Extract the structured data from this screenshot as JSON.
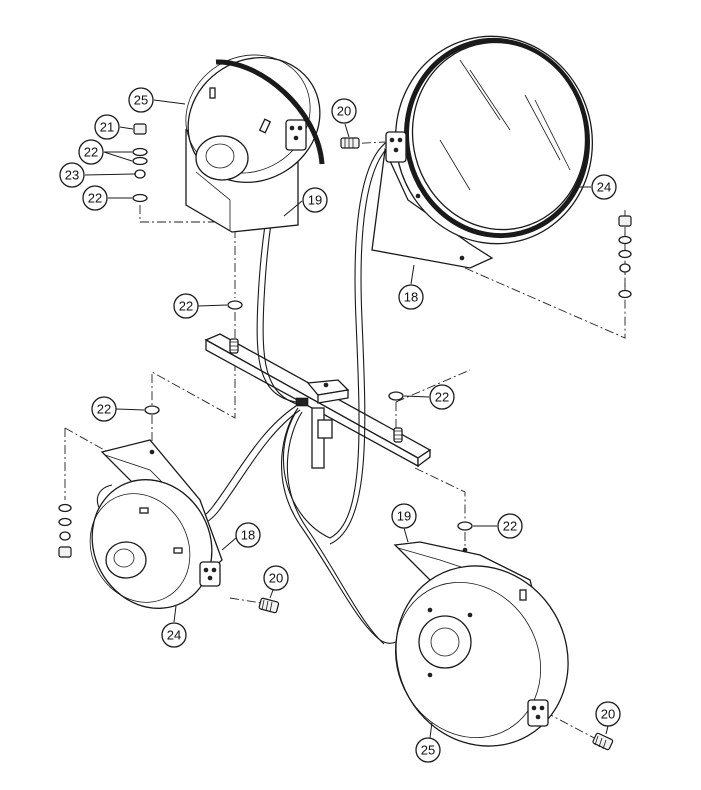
{
  "callouts": [
    {
      "id": "c1",
      "label": "25"
    },
    {
      "id": "c2",
      "label": "21"
    },
    {
      "id": "c3",
      "label": "22"
    },
    {
      "id": "c4",
      "label": "23"
    },
    {
      "id": "c5",
      "label": "22"
    },
    {
      "id": "c6",
      "label": "20"
    },
    {
      "id": "c7",
      "label": "19"
    },
    {
      "id": "c8",
      "label": "24"
    },
    {
      "id": "c9",
      "label": "18"
    },
    {
      "id": "c10",
      "label": "22"
    },
    {
      "id": "c11",
      "label": "22"
    },
    {
      "id": "c12",
      "label": "22"
    },
    {
      "id": "c13",
      "label": "18"
    },
    {
      "id": "c14",
      "label": "20"
    },
    {
      "id": "c15",
      "label": "24"
    },
    {
      "id": "c16",
      "label": "19"
    },
    {
      "id": "c17",
      "label": "22"
    },
    {
      "id": "c18",
      "label": "20"
    },
    {
      "id": "c19",
      "label": "25"
    }
  ]
}
